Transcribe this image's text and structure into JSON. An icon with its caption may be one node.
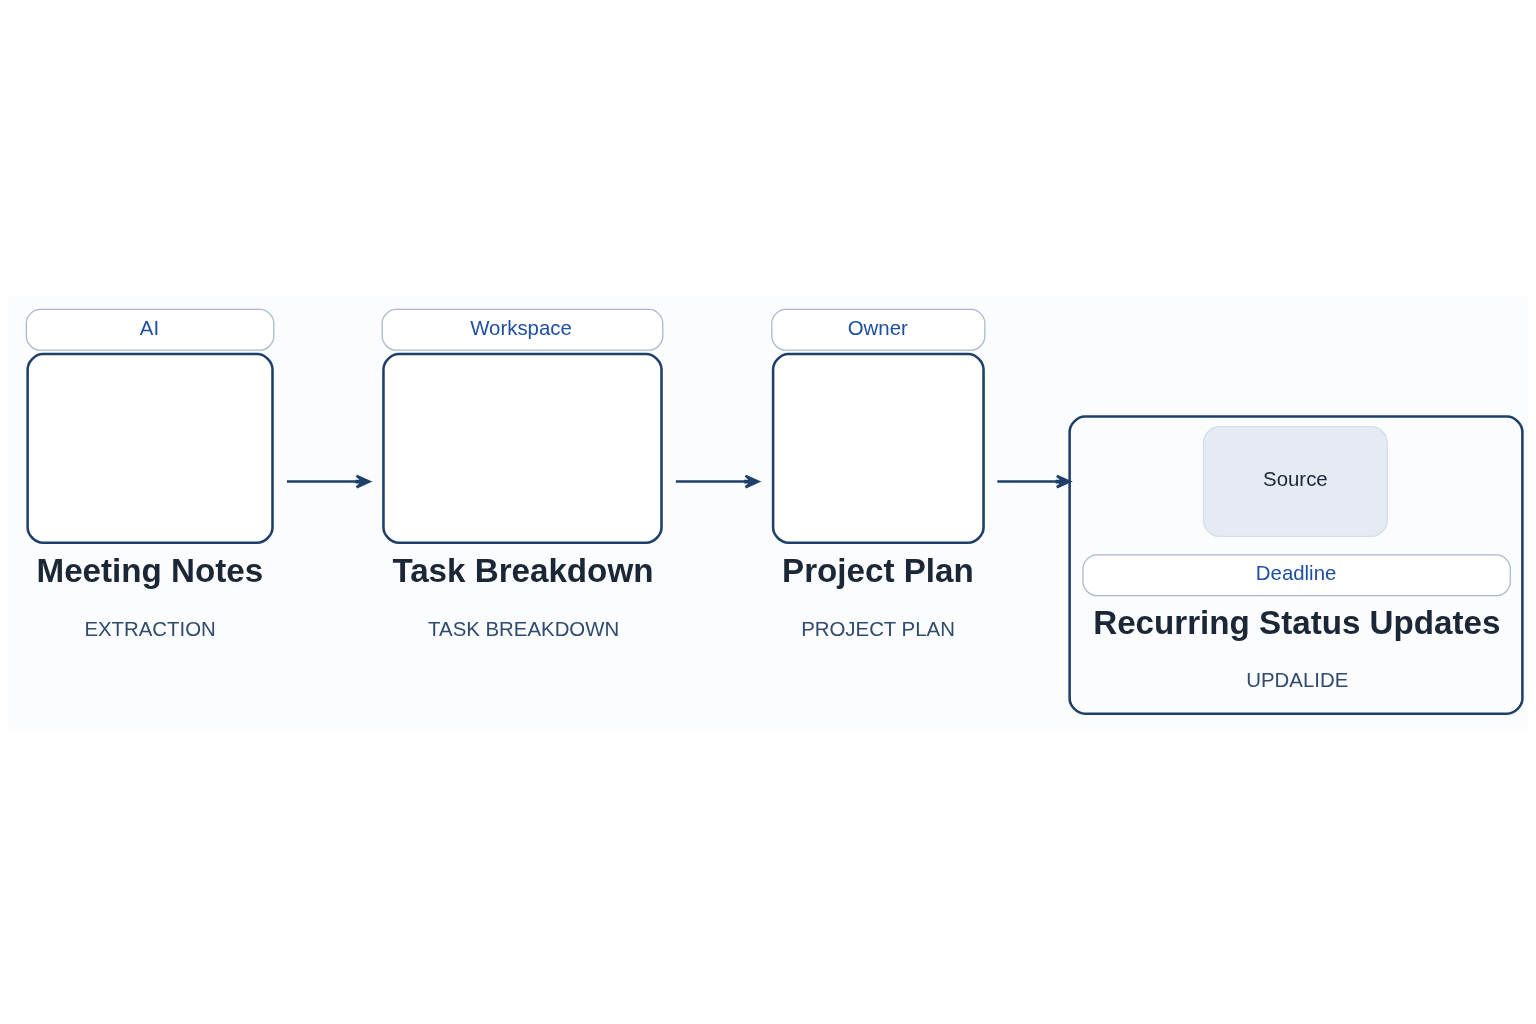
{
  "diagram": {
    "nodes": [
      {
        "text": [
          "AI",
          "Meeting Notes"
        ],
        "beside": [
          "EXTRACTION"
        ]
      },
      {
        "text": [
          "Workspace",
          "Task Breakdown"
        ],
        "beside": [
          "TASK BREAKDOWN"
        ]
      },
      {
        "text": [
          "Owner",
          "Project Plan"
        ],
        "beside": [
          "PROJECT PLAN"
        ]
      },
      {
        "text": [
          "Deadline",
          "Recurring Status Updates"
        ],
        "beside": [
          "UPDALIDE"
        ]
      },
      {
        "text": [
          "Source"
        ],
        "in": 3
      }
    ],
    "edges": [
      {
        "from": 0,
        "to": 1,
        "arrow": "to"
      },
      {
        "from": 1,
        "to": 2,
        "arrow": "to"
      },
      {
        "from": 2,
        "to": 3,
        "arrow": "to"
      }
    ]
  }
}
